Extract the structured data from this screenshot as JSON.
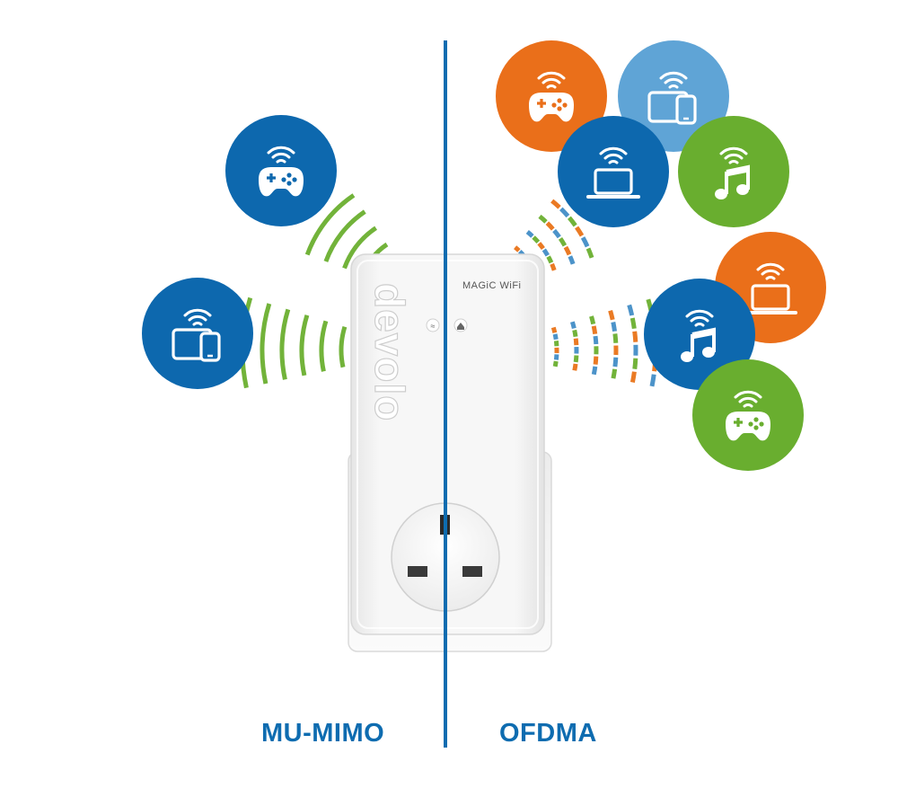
{
  "left_label": "MU-MIMO",
  "right_label": "OFDMA",
  "device": {
    "logo_text": "devolo",
    "brand_text": "MAGiC WiFi"
  },
  "colors": {
    "divider_blue": "#0e6cb0",
    "label_blue": "#0e6cb0",
    "circle_dark_blue": "#0d68ae",
    "circle_light_blue": "#5fa4d6",
    "circle_orange": "#ea6f1a",
    "circle_green": "#69ae2f",
    "wave_green": "#72b33a",
    "wave_orange": "#ea7a24",
    "wave_blue": "#4c93c9",
    "device_white": "#f4f4f4",
    "device_edge": "#dcdcdc"
  },
  "left_devices": [
    {
      "icon": "gamepad-icon",
      "color": "circle_dark_blue"
    },
    {
      "icon": "tablet-phone-icon",
      "color": "circle_dark_blue"
    }
  ],
  "right_devices": [
    {
      "icon": "gamepad-icon",
      "color": "circle_orange"
    },
    {
      "icon": "tablet-phone-icon",
      "color": "circle_light_blue"
    },
    {
      "icon": "laptop-icon",
      "color": "circle_dark_blue"
    },
    {
      "icon": "music-note-icon",
      "color": "circle_green"
    },
    {
      "icon": "laptop-icon",
      "color": "circle_orange"
    },
    {
      "icon": "music-note-icon",
      "color": "circle_dark_blue"
    },
    {
      "icon": "gamepad-icon",
      "color": "circle_green"
    }
  ]
}
